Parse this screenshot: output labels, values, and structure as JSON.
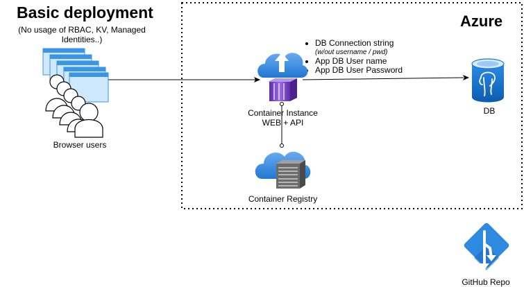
{
  "header": {
    "title": "Basic deployment",
    "subtitle": "(No usage of RBAC, KV, Managed Identities..)"
  },
  "azure_boundary": {
    "label": "Azure"
  },
  "nodes": {
    "browser_users": {
      "label": "Browser users",
      "icon": "users-browser-icon"
    },
    "container_instance": {
      "label_line1": "Container Instance",
      "label_line2": "WEB + API",
      "icon": "container-instance-icon"
    },
    "container_registry": {
      "label": "Container Registry",
      "icon": "container-registry-icon"
    },
    "db": {
      "label": "DB",
      "icon": "postgresql-database-icon"
    },
    "github_repo": {
      "label": "GitHub Repo",
      "icon": "git-repo-icon"
    }
  },
  "connection_notes": {
    "items": [
      "DB Connection string",
      "App DB User name",
      "App DB User Password"
    ],
    "note": "(w/out username / pwd)"
  },
  "colors": {
    "azure_blue": "#1f78d1",
    "light_blue": "#5ea0ef",
    "purple": "#7a4fd0",
    "gray": "#6b6b6b"
  }
}
